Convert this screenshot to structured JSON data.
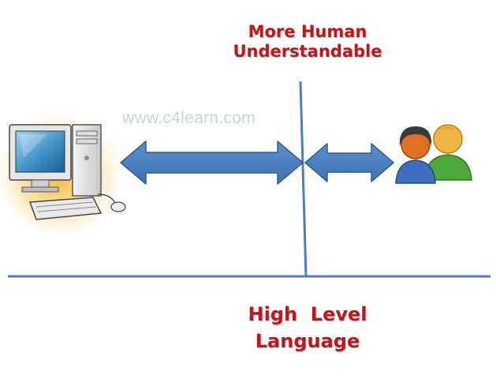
{
  "labels": {
    "top_line1": "More Human",
    "top_line2": "Understandable",
    "bottom_line1": "High  Level",
    "bottom_line2": "Language",
    "watermark": "www.c4learn.com"
  },
  "icons": {
    "computer": "computer-icon",
    "people": "people-icon",
    "left_arrow": "double-arrow-icon",
    "right_arrow": "double-arrow-icon"
  },
  "colors": {
    "label_red": "#c0171c",
    "line_blue": "#4f7ec0",
    "arrow_fill": "#4a7ebf",
    "arrow_stroke": "#2f5d8e",
    "watermark": "#c8cdd4",
    "person_orange": "#e07020",
    "person_green": "#4caa3a",
    "person_blue": "#3f6fc0"
  }
}
